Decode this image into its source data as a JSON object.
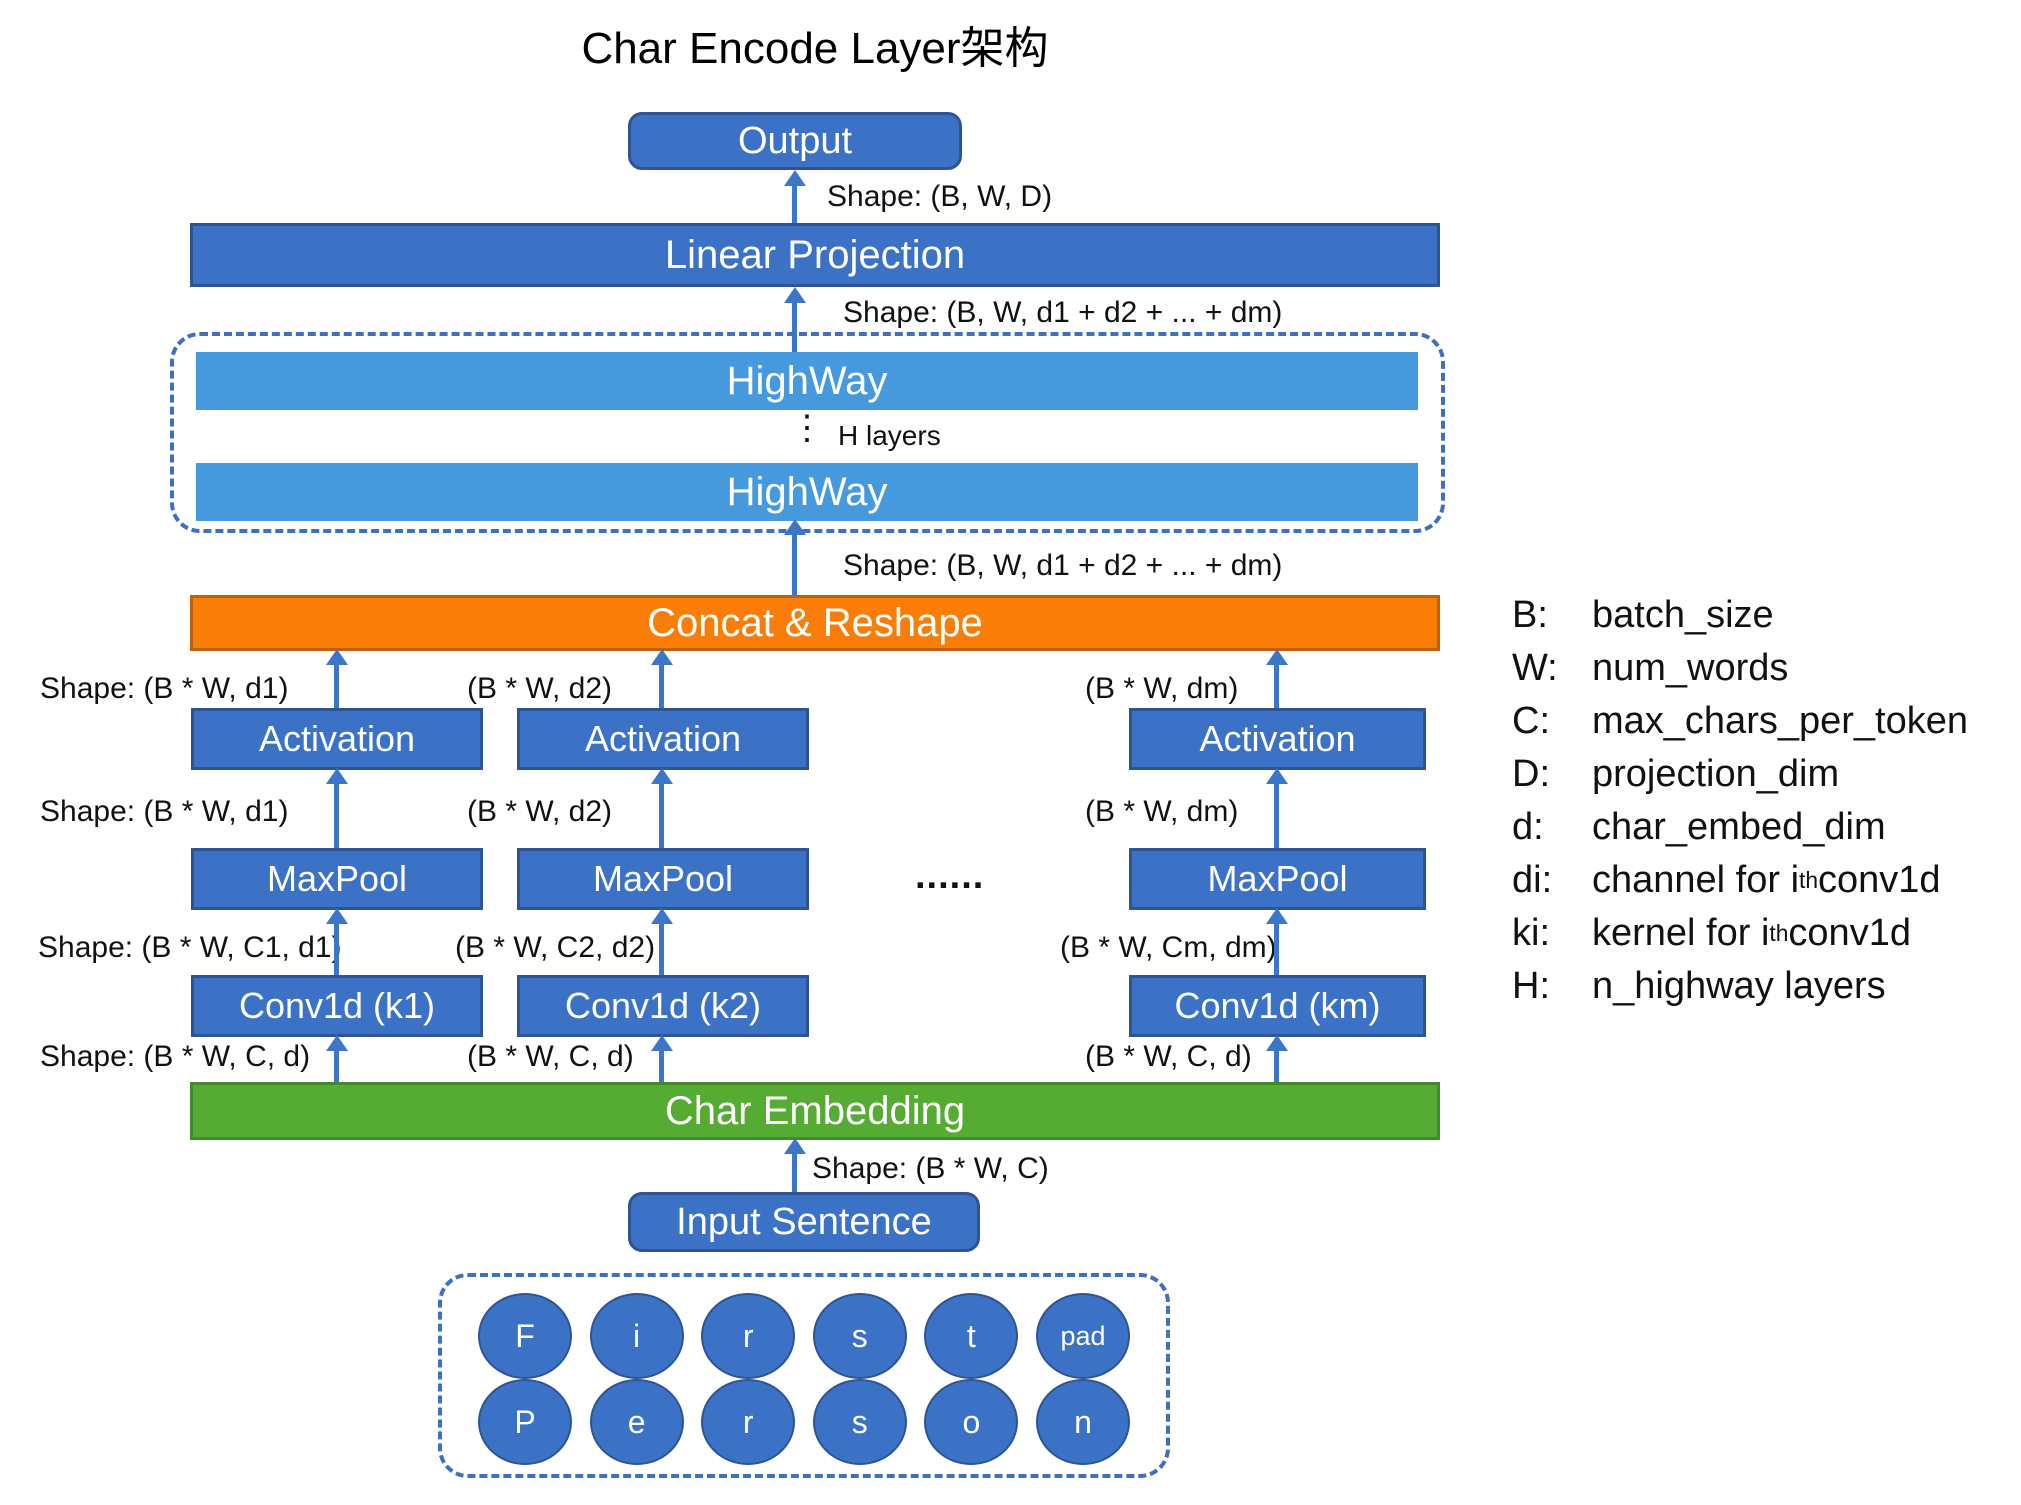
{
  "title": "Char Encode Layer架构",
  "colors": {
    "box_blue": "#3B72C6",
    "box_blue_border": "#2E5493",
    "highway_blue": "#4699DC",
    "orange": "#F97D06",
    "orange_border": "#C05F10",
    "green": "#56AC32",
    "green_border": "#448A28",
    "arrow_blue": "#3C76C8",
    "dashed_blue": "#3E6FC1"
  },
  "nodes": {
    "output": "Output",
    "linear": "Linear Projection",
    "highway1": "HighWay",
    "highway2": "HighWay",
    "vdots": "⋮",
    "h_layers": "H layers",
    "concat": "Concat & Reshape",
    "char_embedding": "Char Embedding",
    "input_sentence": "Input Sentence",
    "columns_ellipsis": "......"
  },
  "columns": [
    {
      "activation": "Activation",
      "maxpool": "MaxPool",
      "conv": "Conv1d (k1)"
    },
    {
      "activation": "Activation",
      "maxpool": "MaxPool",
      "conv": "Conv1d (k2)"
    },
    {
      "activation": "Activation",
      "maxpool": "MaxPool",
      "conv": "Conv1d (km)"
    }
  ],
  "shape_labels": {
    "output_in": "Shape: (B, W, D)",
    "linear_in": "Shape: (B, W, d1 + d2 + ... + dm)",
    "highway_in": "Shape: (B, W, d1 + d2 + ... + dm)",
    "embedding_in": "Shape: (B * W, C)",
    "activation_out": [
      "Shape: (B * W, d1)",
      "(B * W, d2)",
      "(B * W, dm)"
    ],
    "maxpool_out": [
      "Shape: (B * W, d1)",
      "(B * W, d2)",
      "(B * W, dm)"
    ],
    "conv_out": [
      "Shape: (B * W, C1, d1)",
      "(B * W, C2, d2)",
      "(B * W, Cm, dm)"
    ],
    "embedding_out": [
      "Shape: (B * W, C, d)",
      "(B * W, C, d)",
      "(B * W, C, d)"
    ]
  },
  "legend": {
    "items": [
      {
        "key": "B:",
        "pre": "batch_size"
      },
      {
        "key": "W:",
        "pre": "num_words"
      },
      {
        "key": "C:",
        "pre": "max_chars_per_token"
      },
      {
        "key": "D:",
        "pre": "projection_dim"
      },
      {
        "key": "d:",
        "pre": "char_embed_dim"
      },
      {
        "key": "di:",
        "pre": "channel for i",
        "sup": "th",
        "post": " conv1d"
      },
      {
        "key": "ki:",
        "pre": "kernel for i",
        "sup": "th",
        "post": " conv1d"
      },
      {
        "key": "H:",
        "pre": "n_highway layers"
      }
    ]
  },
  "input_chars": {
    "row1": [
      "F",
      "i",
      "r",
      "s",
      "t",
      "pad"
    ],
    "row2": [
      "P",
      "e",
      "r",
      "s",
      "o",
      "n"
    ]
  }
}
